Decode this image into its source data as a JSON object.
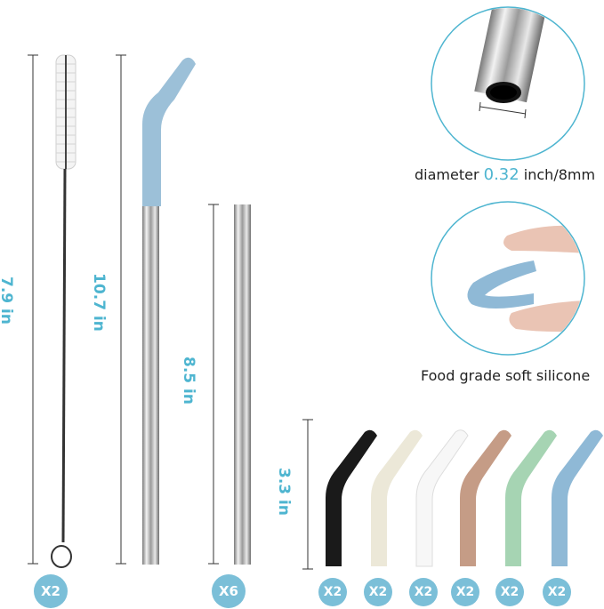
{
  "dimensions": {
    "brush": "7.9 in",
    "bent_straw": "10.7 in",
    "straight_straw": "8.5 in",
    "tips": "3.3 in"
  },
  "badges": {
    "brush": "X2",
    "straight": "X6",
    "tips": [
      "X2",
      "X2",
      "X2",
      "X2",
      "X2",
      "X2"
    ]
  },
  "captions": {
    "diameter_prefix": "diameter",
    "diameter_value": "0.32",
    "diameter_suffix": "inch/8mm",
    "silicone": "Food grade soft silicone"
  },
  "colors": {
    "accent": "#4eb5d0",
    "badge": "#7bbfd8",
    "tips": [
      "#1a1a1a",
      "#ece8d8",
      "#f7f7f7",
      "#c59c86",
      "#a6d4b3",
      "#8fb9d6"
    ]
  }
}
